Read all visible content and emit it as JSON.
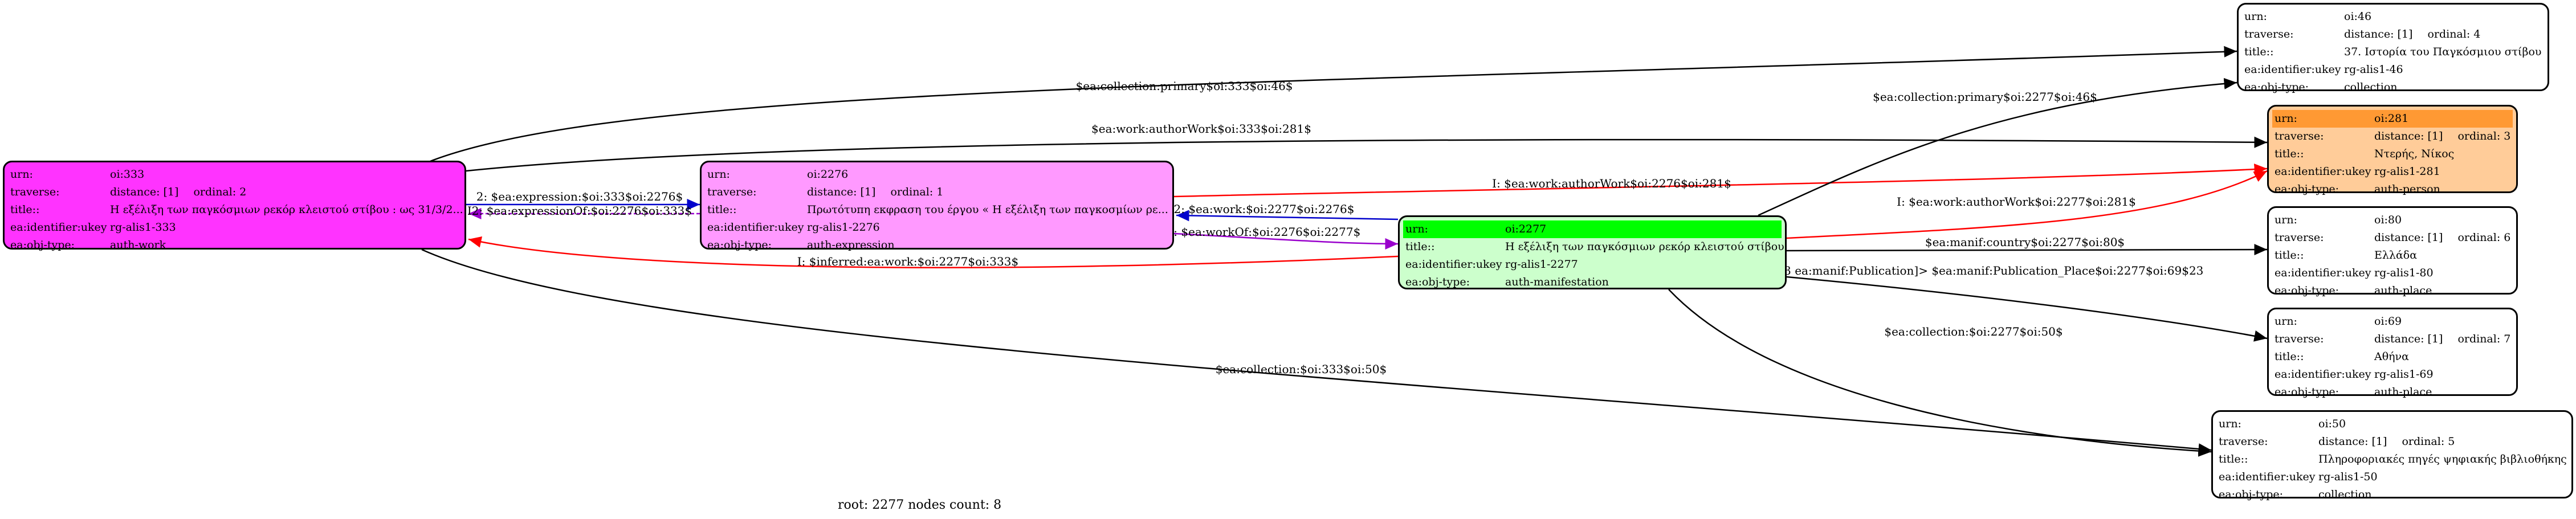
{
  "colors": {
    "work": "#ff33ff",
    "expression": "#ff99ff",
    "manifestation": "#ccffcc",
    "manifestation_highlight": "#00ff00",
    "person": "#ffcc99",
    "person_highlight": "#ff9933",
    "default": "#ffffff",
    "edge_black": "#000000",
    "edge_red": "#ff0000",
    "edge_blue": "#0000cc",
    "edge_purple": "#9900cc"
  },
  "keys": {
    "urn": "urn:",
    "traverse": "traverse:",
    "title": "title::",
    "identifier": "ea:identifier:ukey",
    "objtype": "ea:obj-type:"
  },
  "nodes": {
    "work": {
      "urn": "oi:333",
      "distance": "distance: [1]",
      "ordinal": "ordinal: 2",
      "title": "Η εξέλιξη των παγκόσμιων ρεκόρ κλειστού στίβου : ως 31/3/2...",
      "identifier": "rg-alis1-333",
      "objtype": "auth-work"
    },
    "expression": {
      "urn": "oi:2276",
      "distance": "distance: [1]",
      "ordinal": "ordinal: 1",
      "title": "Πρωτότυπη εκφραση του έργου  « Η εξέλιξη των παγκοσμίων ρε...",
      "identifier": "rg-alis1-2276",
      "objtype": "auth-expression"
    },
    "manifestation": {
      "urn": "oi:2277",
      "title": "Η εξέλιξη των παγκόσμιων ρεκόρ κλειστού στίβου",
      "identifier": "rg-alis1-2277",
      "objtype": "auth-manifestation"
    },
    "collection46": {
      "urn": "oi:46",
      "distance": "distance: [1]",
      "ordinal": "ordinal: 4",
      "title": "37. Ιστορία του Παγκόσμιου στίβου",
      "identifier": "rg-alis1-46",
      "objtype": "collection"
    },
    "person281": {
      "urn": "oi:281",
      "distance": "distance: [1]",
      "ordinal": "ordinal: 3",
      "title": "Ντερής, Νίκος",
      "identifier": "rg-alis1-281",
      "objtype": "auth-person"
    },
    "place80": {
      "urn": "oi:80",
      "distance": "distance: [1]",
      "ordinal": "ordinal: 6",
      "title": "Ελλάδα",
      "identifier": "rg-alis1-80",
      "objtype": "auth-place"
    },
    "place69": {
      "urn": "oi:69",
      "distance": "distance: [1]",
      "ordinal": "ordinal: 7",
      "title": "Αθήνα",
      "identifier": "rg-alis1-69",
      "objtype": "auth-place"
    },
    "collection50": {
      "urn": "oi:50",
      "distance": "distance: [1]",
      "ordinal": "ordinal: 5",
      "title": "Πληροφοριακές πηγές ψηφιακής βιβλιοθήκης",
      "identifier": "rg-alis1-50",
      "objtype": "collection"
    }
  },
  "edges": {
    "work_col46": "$ea:collection:primary$oi:333$oi:46$",
    "work_author": "$ea:work:authorWork$oi:333$oi:281$",
    "work_expr": "2: $ea:expression:$oi:333$oi:2276$",
    "expr_work": "I2: $ea:expressionOf:$oi:2276$oi:333$",
    "expr_author": "I: $ea:work:authorWork$oi:2276$oi:281$",
    "manif_expr_work": "2: $ea:work:$oi:2277$oi:2276$",
    "expr_manif": "I2: $ea:workOf:$oi:2276$oi:2277$",
    "manif_inferred": "I: $inferred:ea:work:$oi:2277$oi:333$",
    "work_col50": "$ea:collection:$oi:333$oi:50$",
    "manif_col46": "$ea:collection:primary$oi:2277$oi:46$",
    "manif_author": "I: $ea:work:authorWork$oi:2277$oi:281$",
    "manif_country": "$ea:manif:country$oi:2277$oi:80$",
    "manif_pubplace": "[23 ea:manif:Publication]> $ea:manif:Publication_Place$oi:2277$oi:69$23",
    "manif_col50": "$ea:collection:$oi:2277$oi:50$"
  },
  "footer": "root: 2277 nodes count: 8"
}
